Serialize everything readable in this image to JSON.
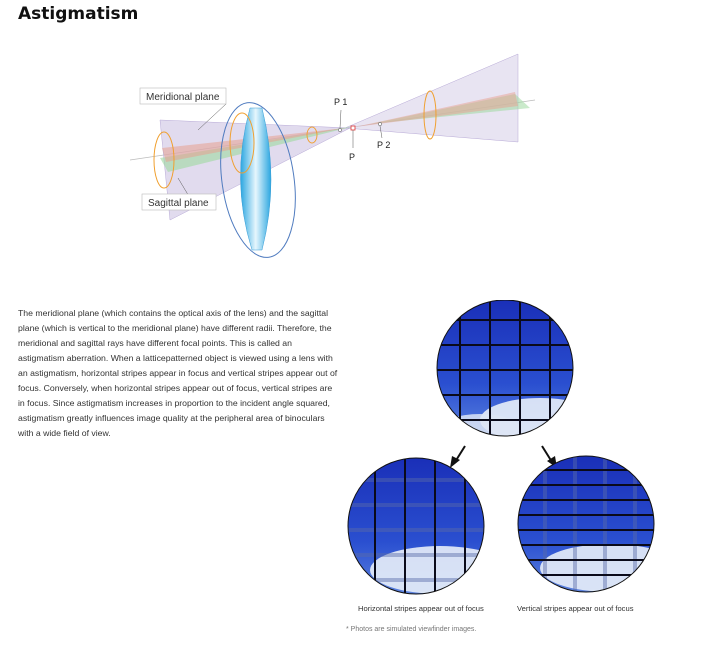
{
  "title": "Astigmatism",
  "diagram": {
    "meridional_label": "Meridional plane",
    "sagittal_label": "Sagittal plane",
    "p1_label": "P 1",
    "p2_label": "P 2",
    "p_label": "P"
  },
  "body_text": "The meridional plane (which contains the optical axis of the lens) and the sagittal plane (which is vertical to the meridional plane) have different radii. Therefore, the meridional and sagittal rays have different focal points. This is called an astigmatism aberration. When a latticepatterned object is viewed using a lens with an astigmatism, horizontal stripes appear in focus and vertical stripes appear out of focus. Conversely, when horizontal stripes appear out of focus, vertical stripes are in focus. Since astigmatism increases in proportion to the incident angle squared, astigmatism greatly influences image quality at the peripheral area of binoculars with a wide field of view.",
  "captions": {
    "left": "Horizontal stripes appear out of focus",
    "right": "Vertical stripes appear out of focus"
  },
  "note": "* Photos are simulated viewfinder images.",
  "colors": {
    "sky_blue": "#1f3fc4",
    "lens_blue": "#3ab4e8",
    "sagittal_green": "#9fd8a0",
    "meridional_red": "#e8a090",
    "plane_purple": "#c8bde0",
    "ring_orange": "#f0a030"
  }
}
